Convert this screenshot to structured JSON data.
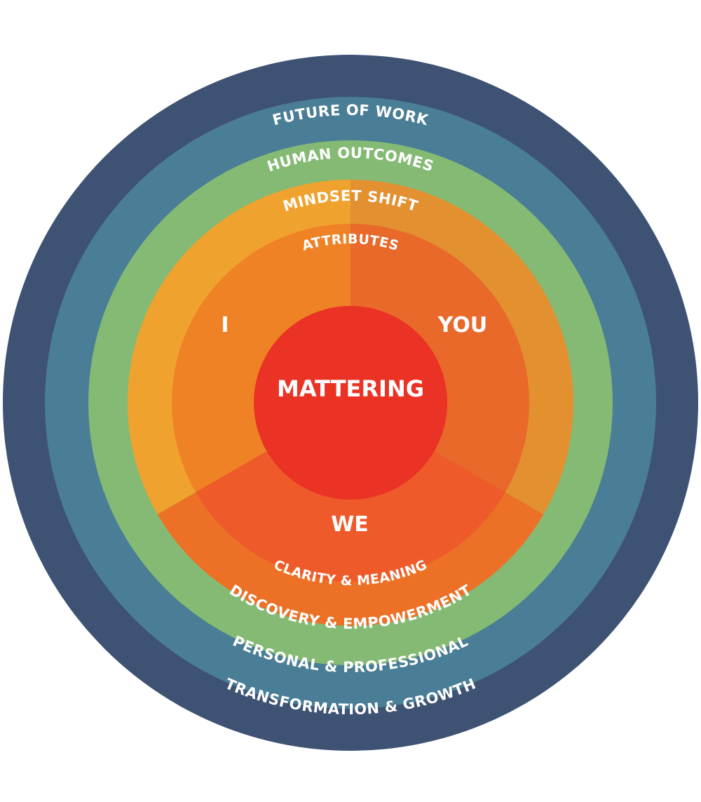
{
  "colors": {
    "future_of_work_ring": "#3e5274",
    "human_outcomes_ring": "#4a7d96",
    "mindset_shift_ring": "#85ba74",
    "attributes_left": "#f0a22e",
    "attributes_right": "#e39030",
    "attributes_bottom": "#ec7127",
    "sector_i": "#f08226",
    "sector_you": "#e8692a",
    "sector_we": "#ee5a2a",
    "mattering_core": "#ea3225",
    "label_text": "#ffffff"
  },
  "rings": {
    "future_of_work": {
      "top_label": "FUTURE OF WORK",
      "bottom_label": "TRANSFORMATION & GROWTH"
    },
    "human_outcomes": {
      "top_label": "HUMAN OUTCOMES",
      "bottom_label": "PERSONAL & PROFESSIONAL"
    },
    "mindset_shift": {
      "top_label": "MINDSET SHIFT",
      "bottom_label": "DISCOVERY & EMPOWERMENT"
    },
    "attributes": {
      "top_label": "ATTRIBUTES",
      "bottom_label": "CLARITY & MEANING"
    }
  },
  "sectors": {
    "i": "I",
    "you": "YOU",
    "we": "WE"
  },
  "center": {
    "label": "MATTERING"
  }
}
